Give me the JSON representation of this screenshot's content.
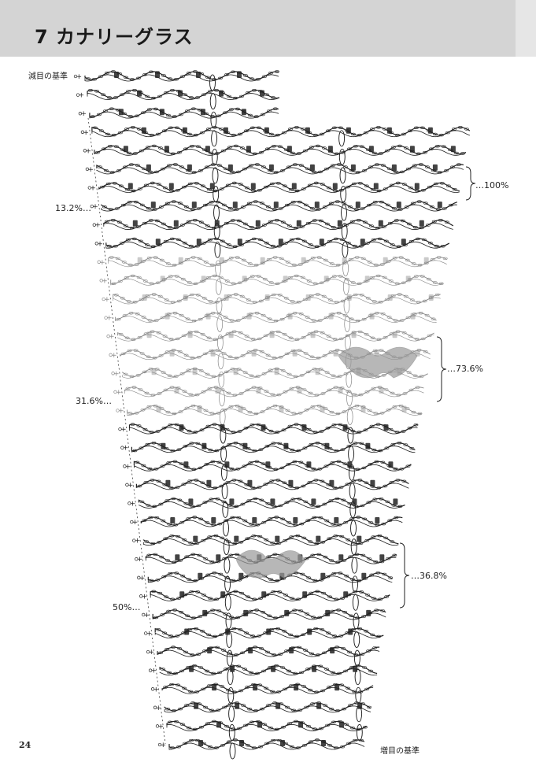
{
  "header": {
    "title": "7 カナリーグラス"
  },
  "diagram": {
    "decrease_label": "減目の基準",
    "increase_label": "増目の基準",
    "left_labels": [
      "13.2%…",
      "31.6%…",
      "50%…"
    ],
    "right_labels": [
      "…100%",
      "…73.6%",
      "…36.8%"
    ]
  },
  "footer": {
    "page_number": "24"
  },
  "colors": {
    "header_band": "#d4d4d4",
    "ink": "#222222",
    "faded_ink": "#8a8a8a",
    "highlight": "#9a9a9a"
  }
}
